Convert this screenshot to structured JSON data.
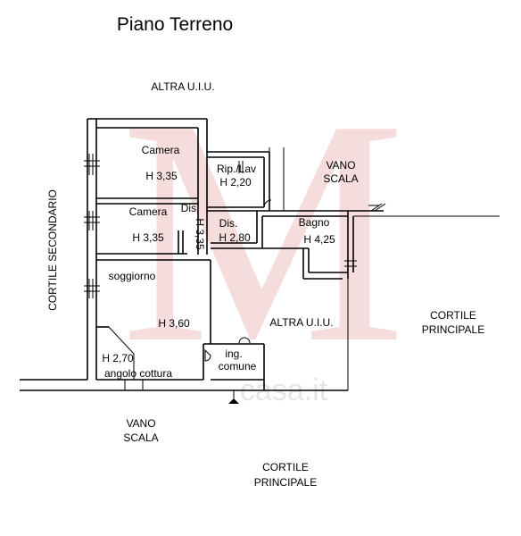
{
  "title": "Piano Terreno",
  "surroundings": {
    "altra_uiu_top": "ALTRA U.I.U.",
    "altra_uiu_middle": "ALTRA U.I.U.",
    "vano_scala_top_1": "VANO",
    "vano_scala_top_2": "SCALA",
    "vano_scala_bottom_1": "VANO",
    "vano_scala_bottom_2": "SCALA",
    "cortile_secondario": "CORTILE SECONDARIO",
    "cortile_principale_right_1": "CORTILE",
    "cortile_principale_right_2": "PRINCIPALE",
    "cortile_principale_bottom_1": "CORTILE",
    "cortile_principale_bottom_2": "PRINCIPALE"
  },
  "rooms": {
    "camera1": {
      "name": "Camera",
      "height": "H 3,35"
    },
    "camera2": {
      "name": "Camera",
      "height": "H 3,35"
    },
    "dis_small": {
      "name": "Dis."
    },
    "corridor_height": "H 3,35",
    "rip_lav": {
      "name": "Rip./Lav",
      "height": "H 2,20"
    },
    "dis2": {
      "name": "Dis.",
      "height": "H 2,80"
    },
    "bagno": {
      "name": "Bagno",
      "height": "H 4,25"
    },
    "soggiorno": {
      "name": "soggiorno",
      "height": "H 3,60"
    },
    "angolo_cottura": {
      "name": "angolo cottura",
      "height": "H 2,70"
    },
    "ingresso": {
      "line1": "ing.",
      "line2": "comune"
    }
  },
  "watermark": {
    "letter": "M",
    "text": "casa.it",
    "color": "#e8a0a0"
  },
  "colors": {
    "line": "#000000",
    "background": "#ffffff"
  }
}
